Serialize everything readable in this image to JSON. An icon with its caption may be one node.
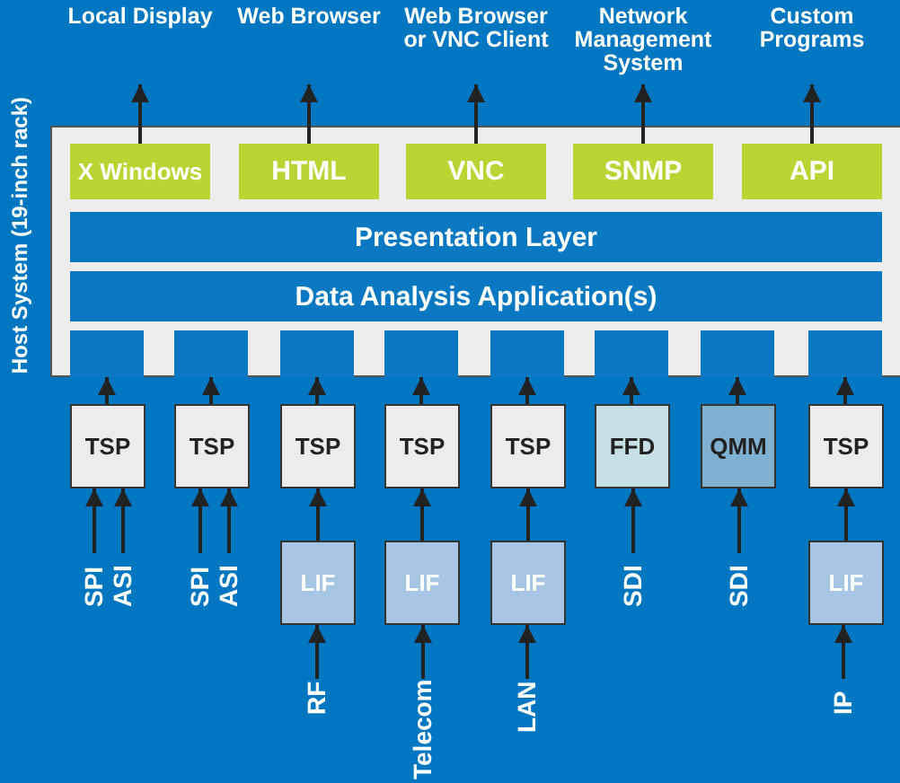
{
  "diagram": {
    "nodes": [
      {
        "text": [
          "Host System (19-inch rack)"
        ]
      },
      {
        "text": [
          "X Windows"
        ],
        "in": 0
      },
      {
        "text": [
          "HTML"
        ],
        "in": 0
      },
      {
        "text": [
          "VNC"
        ],
        "in": 0
      },
      {
        "text": [
          "SNMP"
        ],
        "in": 0
      },
      {
        "text": [
          "API"
        ],
        "in": 0
      },
      {
        "text": [
          "Local Display"
        ]
      },
      {
        "text": [
          "Web Browser"
        ]
      },
      {
        "text": [
          "Web Browser or VNC Client"
        ]
      },
      {
        "text": [
          "Network Management System"
        ]
      },
      {
        "text": [
          "Custom Programs"
        ]
      },
      {
        "text": [
          "Presentation Layer"
        ],
        "in": 0
      },
      {
        "text": [
          "Data Analysis Application(s)"
        ],
        "in": 0
      },
      {
        "text": [],
        "shape": "box",
        "in": 0
      },
      {
        "text": [],
        "shape": "box",
        "in": 0
      },
      {
        "text": [],
        "shape": "box",
        "in": 0
      },
      {
        "text": [],
        "shape": "box",
        "in": 0
      },
      {
        "text": [],
        "shape": "box",
        "in": 0
      },
      {
        "text": [],
        "shape": "box",
        "in": 0
      },
      {
        "text": [],
        "shape": "box",
        "in": 0
      },
      {
        "text": [],
        "shape": "box",
        "in": 0
      },
      {
        "text": [
          "TSP"
        ]
      },
      {
        "text": [
          "TSP"
        ]
      },
      {
        "text": [
          "TSP"
        ]
      },
      {
        "text": [
          "TSP"
        ]
      },
      {
        "text": [
          "TSP"
        ]
      },
      {
        "text": [
          "FFD"
        ]
      },
      {
        "text": [
          "QMM"
        ]
      },
      {
        "text": [
          "TSP"
        ]
      },
      {
        "text": [
          "SPI"
        ]
      },
      {
        "text": [
          "ASI"
        ]
      },
      {
        "text": [
          "SPI"
        ]
      },
      {
        "text": [
          "ASI"
        ]
      },
      {
        "text": [
          "LIF"
        ]
      },
      {
        "text": [
          "LIF"
        ]
      },
      {
        "text": [
          "LIF"
        ]
      },
      {
        "text": [
          "SDI"
        ]
      },
      {
        "text": [
          "SDI"
        ]
      },
      {
        "text": [
          "LIF"
        ]
      },
      {
        "text": [
          "RF"
        ]
      },
      {
        "text": [
          "Telecom"
        ]
      },
      {
        "text": [
          "LAN"
        ]
      },
      {
        "text": [
          "IP"
        ]
      }
    ],
    "edges": [
      {
        "from": 1,
        "to": 6,
        "arrow": "to"
      },
      {
        "from": 2,
        "to": 7,
        "arrow": "to"
      },
      {
        "from": 3,
        "to": 8,
        "arrow": "to"
      },
      {
        "from": 4,
        "to": 9,
        "arrow": "to"
      },
      {
        "from": 5,
        "to": 10,
        "arrow": "to"
      },
      {
        "from": 21,
        "to": 13,
        "arrow": "to"
      },
      {
        "from": 22,
        "to": 14,
        "arrow": "to"
      },
      {
        "from": 23,
        "to": 15,
        "arrow": "to"
      },
      {
        "from": 24,
        "to": 16,
        "arrow": "to"
      },
      {
        "from": 25,
        "to": 17,
        "arrow": "to"
      },
      {
        "from": 26,
        "to": 18,
        "arrow": "to"
      },
      {
        "from": 27,
        "to": 19,
        "arrow": "to"
      },
      {
        "from": 28,
        "to": 20,
        "arrow": "to"
      },
      {
        "from": 29,
        "to": 21,
        "arrow": "to"
      },
      {
        "from": 30,
        "to": 21,
        "arrow": "to"
      },
      {
        "from": 31,
        "to": 22,
        "arrow": "to"
      },
      {
        "from": 32,
        "to": 22,
        "arrow": "to"
      },
      {
        "from": 33,
        "to": 23,
        "arrow": "to"
      },
      {
        "from": 34,
        "to": 24,
        "arrow": "to"
      },
      {
        "from": 35,
        "to": 25,
        "arrow": "to"
      },
      {
        "from": 36,
        "to": 26,
        "arrow": "to"
      },
      {
        "from": 37,
        "to": 27,
        "arrow": "to"
      },
      {
        "from": 38,
        "to": 28,
        "arrow": "to"
      },
      {
        "from": 39,
        "to": 33,
        "arrow": "to"
      },
      {
        "from": 40,
        "to": 34,
        "arrow": "to"
      },
      {
        "from": 41,
        "to": 35,
        "arrow": "to"
      },
      {
        "from": 42,
        "to": 38,
        "arrow": "to"
      }
    ]
  }
}
